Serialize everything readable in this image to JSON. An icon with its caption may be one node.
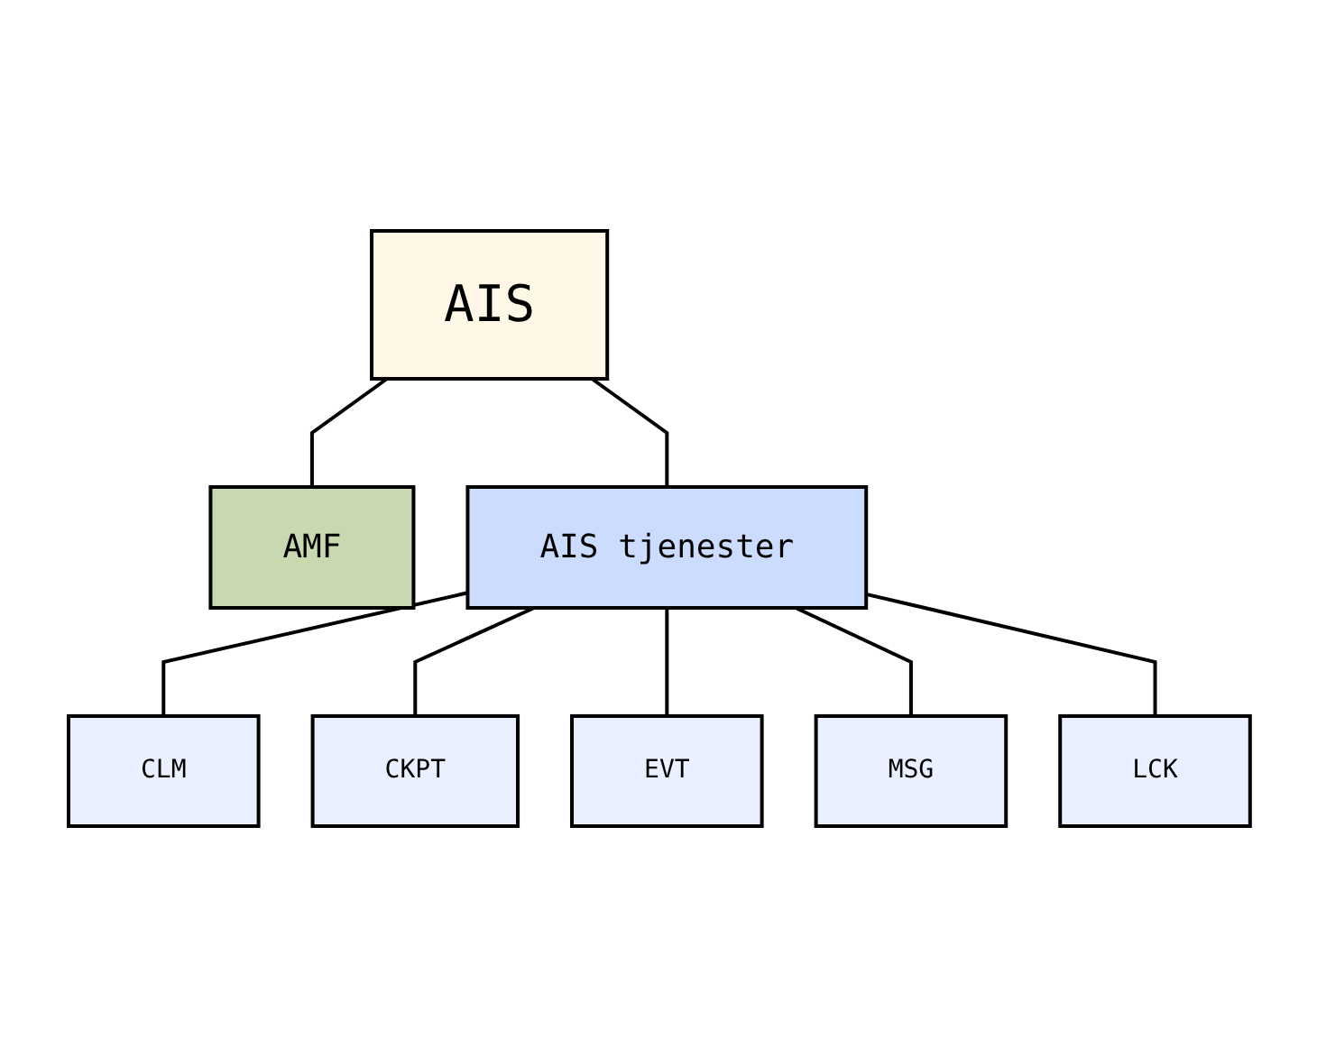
{
  "diagram": {
    "nodes": [
      {
        "text": [
          "AIS"
        ]
      },
      {
        "text": [
          "AMF"
        ]
      },
      {
        "text": [
          "AIS tjenester"
        ]
      },
      {
        "text": [
          "CLM"
        ]
      },
      {
        "text": [
          "CKPT"
        ]
      },
      {
        "text": [
          "EVT"
        ]
      },
      {
        "text": [
          "MSG"
        ]
      },
      {
        "text": [
          "LCK"
        ]
      }
    ],
    "edges": [
      {
        "from": 0,
        "to": 1,
        "arrow": "none"
      },
      {
        "from": 0,
        "to": 2,
        "arrow": "none"
      },
      {
        "from": 2,
        "to": 3,
        "arrow": "none"
      },
      {
        "from": 2,
        "to": 4,
        "arrow": "none"
      },
      {
        "from": 2,
        "to": 5,
        "arrow": "none"
      },
      {
        "from": 2,
        "to": 6,
        "arrow": "none"
      },
      {
        "from": 2,
        "to": 7,
        "arrow": "none"
      }
    ]
  }
}
